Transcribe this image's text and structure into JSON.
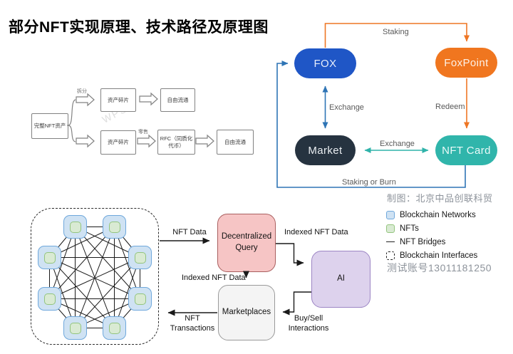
{
  "title": "部分NFT实现原理、技术路径及原理图",
  "watermark": "WPS",
  "split_flowchart": {
    "source_box": "完整NFT资产",
    "split_label": "拆分",
    "retail_label": "零售",
    "fragment_top": "资产碎片",
    "circulate_top": "自由流通",
    "fragment_bottom": "资产碎片",
    "rfc_box": "RFC（同质化\n代币）",
    "circulate_bottom": "自由流通"
  },
  "token_cycle": {
    "fox": "FOX",
    "foxpoint": "FoxPoint",
    "market": "Market",
    "nft_card": "NFT Card",
    "staking_label": "Staking",
    "redeem_label": "Redeem",
    "exchange_left_label": "Exchange",
    "exchange_bottom_label": "Exchange",
    "staking_or_burn_label": "Staking or Burn",
    "colors": {
      "fox_fill": "#1f56c6",
      "foxpoint_fill": "#f0761f",
      "market_fill": "#263340",
      "nft_card_fill": "#30b5ab",
      "blue_line": "#2e74b5",
      "orange_line": "#ee7624",
      "teal_line": "#2fb3aa"
    }
  },
  "network_diagram": {
    "node_count": 8,
    "topology": "fully-connected mesh",
    "node_fill": "#cfe2f3",
    "node_border": "#6fa8dc",
    "nft_fill": "#d9ead3",
    "nft_border": "#93c47d"
  },
  "nft_flow": {
    "decentralized_query": "Decentralized\nQuery",
    "ai": "AI",
    "marketplaces": "Marketplaces",
    "nft_data_label": "NFT Data",
    "indexed_top_label": "Indexed NFT Data",
    "indexed_mid_label": "Indexed NFT Data",
    "nft_transactions_label": "NFT\nTransactions",
    "buy_sell_label": "Buy/Sell\nInteractions",
    "colors": {
      "query_fill": "#f6c5c5",
      "ai_fill": "#ddd2ed",
      "marketplaces_fill": "#f4f4f4"
    }
  },
  "legend": {
    "credit": "制图：北京中品创联科贸",
    "items": [
      {
        "icon": "blockchain-network-square",
        "label": "Blockchain Networks"
      },
      {
        "icon": "nft-square",
        "label": "NFTs"
      },
      {
        "icon": "bridge-dash",
        "label": "NFT Bridges"
      },
      {
        "icon": "interface-dashed-square",
        "label": "Blockchain Interfaces"
      }
    ],
    "account": "测试账号13011181250"
  }
}
